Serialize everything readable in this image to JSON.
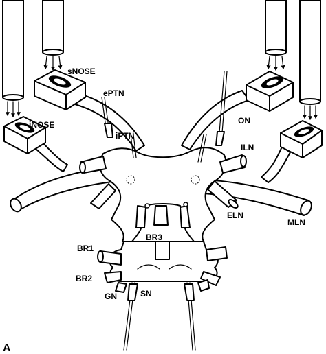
{
  "panel_label": "A",
  "labels": {
    "snose": "sNOSE",
    "inose": "iNOSE",
    "eptn": "ePTN",
    "iptn": "iPTN",
    "on": "ON",
    "iln": "ILN",
    "eln": "ELN",
    "mln": "MLN",
    "br1": "BR1",
    "br2": "BR2",
    "br3": "BR3",
    "gn": "GN",
    "sn": "SN"
  }
}
